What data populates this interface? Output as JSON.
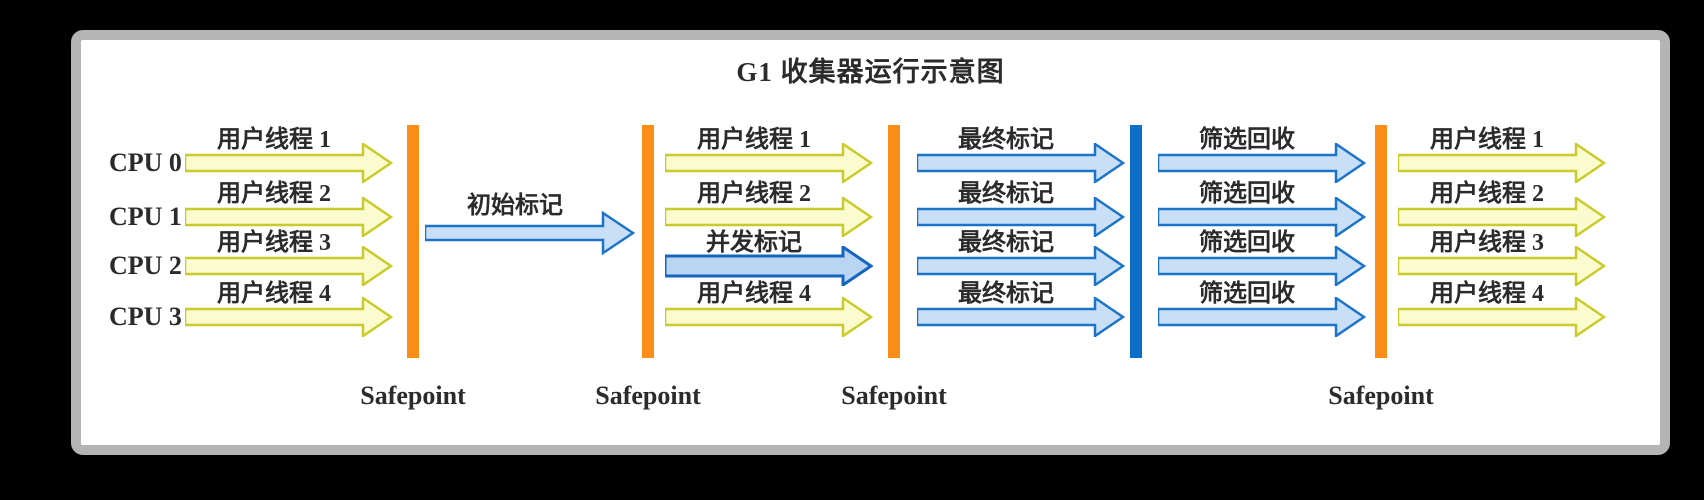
{
  "title": "G1 收集器运行示意图",
  "cpu_labels": [
    "CPU 0",
    "CPU 1",
    "CPU 2",
    "CPU 3"
  ],
  "safepoints": [
    "Safepoint",
    "Safepoint",
    "Safepoint",
    "Safepoint"
  ],
  "sections": [
    {
      "name": "user-threads-before-initial-mark",
      "arrows": [
        "用户线程 1",
        "用户线程 2",
        "用户线程 3",
        "用户线程 4"
      ]
    },
    {
      "name": "initial-mark",
      "arrows": [
        "初始标记"
      ]
    },
    {
      "name": "concurrent-mark-phase",
      "arrows": [
        "用户线程 1",
        "用户线程 2",
        "并发标记",
        "用户线程 4"
      ]
    },
    {
      "name": "final-mark-phase",
      "arrows": [
        "最终标记",
        "最终标记",
        "最终标记",
        "最终标记"
      ]
    },
    {
      "name": "evacuation-phase",
      "arrows": [
        "筛选回收",
        "筛选回收",
        "筛选回收",
        "筛选回收"
      ]
    },
    {
      "name": "user-threads-after-evacuation",
      "arrows": [
        "用户线程 1",
        "用户线程 2",
        "用户线程 3",
        "用户线程 4"
      ]
    }
  ],
  "colors": {
    "background": "#000000",
    "panel": "#ffffff",
    "panel_border": "#b4b4b4",
    "orange_bar": "#fa8e16",
    "blue_bar": "#0d6fc8",
    "yellow_arrow_fill": "#fbfbd0",
    "yellow_arrow_border": "#c9cb2a",
    "blue_arrow_fill": "#c9dff5",
    "blue_arrow_border": "#1b74c8",
    "text": "#2b2b2b"
  }
}
